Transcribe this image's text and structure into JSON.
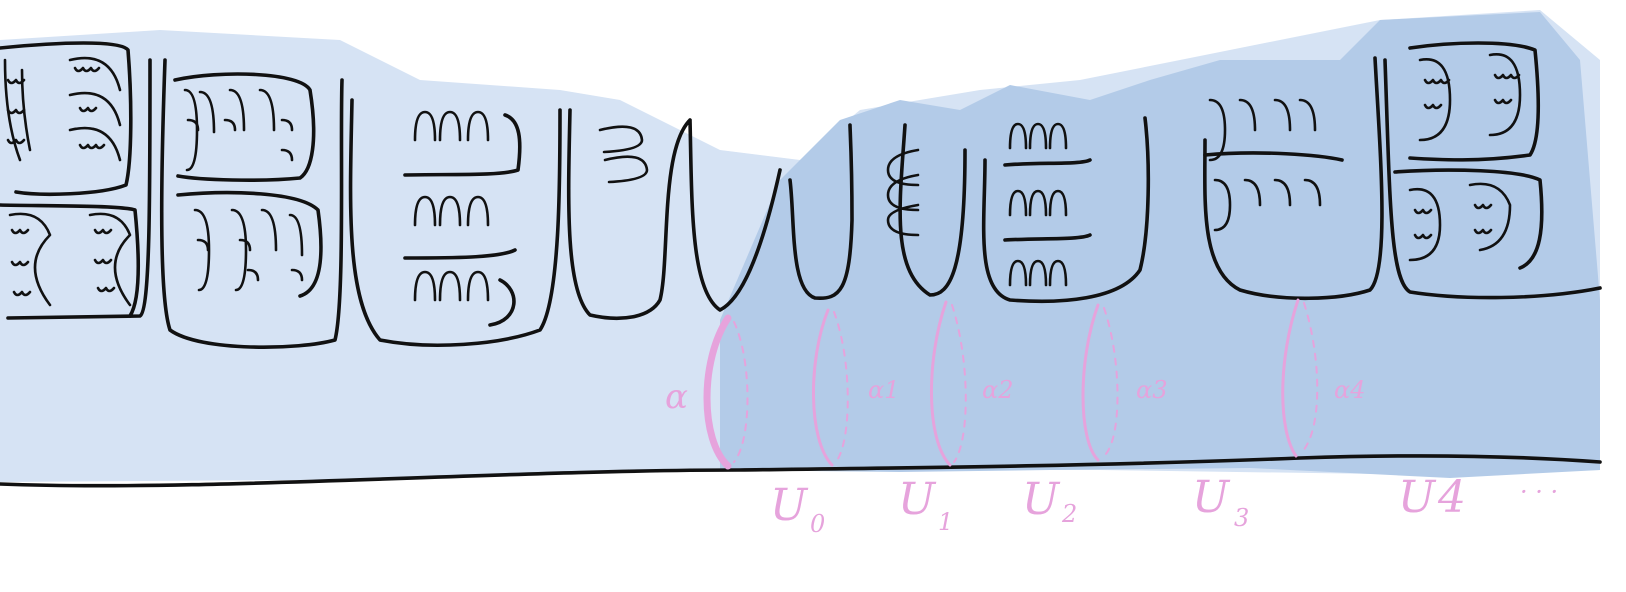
{
  "labels": {
    "alpha": "α",
    "alpha_sub": [
      "α1",
      "α2",
      "α3",
      "α4"
    ],
    "u": [
      {
        "letter": "U",
        "sub": "0"
      },
      {
        "letter": "U",
        "sub": "1"
      },
      {
        "letter": "U",
        "sub": "2"
      },
      {
        "letter": "U",
        "sub": "3"
      },
      {
        "letter": "U",
        "sub": "4"
      }
    ],
    "ellipsis": "· · ·",
    "alpha_letter": "α"
  },
  "colors": {
    "wash_light": "#d6e3f4",
    "wash_dark": "#b3cbe8",
    "ink": "#111111",
    "curve_pink": "#e6a3dc"
  }
}
